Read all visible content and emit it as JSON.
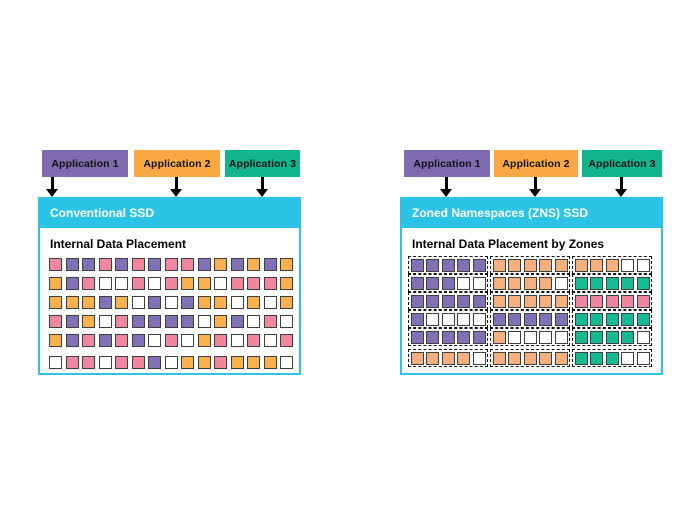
{
  "colors": {
    "cyan_header": "#2BC3E6",
    "label_purple": "#7E6BB0",
    "label_orange": "#F9A843",
    "label_teal": "#12B48E",
    "arrow_black": "#000000",
    "cell_border": "#3F3F3F"
  },
  "panels": [
    {
      "header": "Conventional SSD",
      "subtitle": "Internal Data Placement",
      "applications": [
        {
          "label": "Application 1",
          "color": "#7E6BB0"
        },
        {
          "label": "Application 2",
          "color": "#F9A843"
        },
        {
          "label": "Application 3",
          "color": "#12B48E"
        }
      ],
      "grid": {
        "type": "flat",
        "cell_colors": {
          "U": "#8070B6",
          "O": "#F9B04F",
          "P": "#F1879E",
          "T": "#14BB95",
          "W": "#FFFFFF"
        },
        "cell_names": {
          "U": "purple",
          "O": "orange",
          "P": "pink",
          "T": "teal",
          "W": "empty"
        },
        "rows": [
          "PUUPUPUPPUOUOUO",
          "OUPWWPWPOOWPPPO",
          "OOOUOWUWUOOWOWO",
          "PUOWPUUUUWOUWPW",
          "OUPUPUWPWOPWPWP",
          "WPPWPPUWOOPOOOW"
        ]
      }
    },
    {
      "header": "Zoned Namespaces (ZNS) SSD",
      "subtitle": "Internal Data Placement by Zones",
      "applications": [
        {
          "label": "Application 1",
          "color": "#7E6BB0"
        },
        {
          "label": "Application 2",
          "color": "#F9A843"
        },
        {
          "label": "Application 3",
          "color": "#12B48E"
        }
      ],
      "grid": {
        "type": "zoned",
        "cell_colors": {
          "U": "#8070B6",
          "O": "#F6AF7E",
          "P": "#F1879E",
          "T": "#14BB95",
          "W": "#FFFFFF"
        },
        "cell_names": {
          "U": "purple",
          "O": "orange",
          "P": "pink",
          "T": "teal",
          "W": "empty"
        },
        "rows": [
          [
            "UUUUU",
            "OOOOO",
            "OOOWW"
          ],
          [
            "UUUWW",
            "OOOOW",
            "TTTTT"
          ],
          [
            "UUUUU",
            "OOOOO",
            "PPPPP"
          ],
          [
            "UWWWW",
            "UUUUU",
            "TTTTT"
          ],
          [
            "UUUUU",
            "OWWWW",
            "TTTTW"
          ],
          [
            "OOOOW",
            "OOOOO",
            "TTTWW"
          ]
        ]
      }
    }
  ]
}
